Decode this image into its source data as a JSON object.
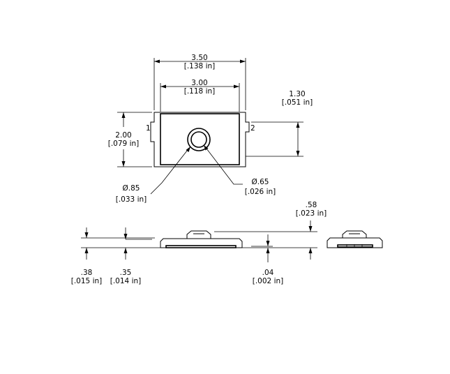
{
  "top_view": {
    "overall_width": {
      "mm": "3.50",
      "inch": "[.138 in]"
    },
    "body_width": {
      "mm": "3.00",
      "inch": "[.118 in]"
    },
    "overall_height": {
      "mm": "2.00",
      "inch": "[.079 in]"
    },
    "pad_height": {
      "mm": "1.30",
      "inch": "[.051 in]"
    },
    "outer_diameter": {
      "mm": "Ø.85",
      "inch": "[.033 in]"
    },
    "inner_diameter": {
      "mm": "Ø.65",
      "inch": "[.026 in]"
    },
    "pin_left": "1",
    "pin_right": "2"
  },
  "side_view": {
    "dim_a": {
      "mm": ".38",
      "inch": "[.015 in]"
    },
    "dim_b": {
      "mm": ".35",
      "inch": "[.014 in]"
    },
    "dim_c": {
      "mm": ".04",
      "inch": "[.002 in]"
    },
    "dim_d": {
      "mm": ".58",
      "inch": "[.023 in]"
    }
  }
}
